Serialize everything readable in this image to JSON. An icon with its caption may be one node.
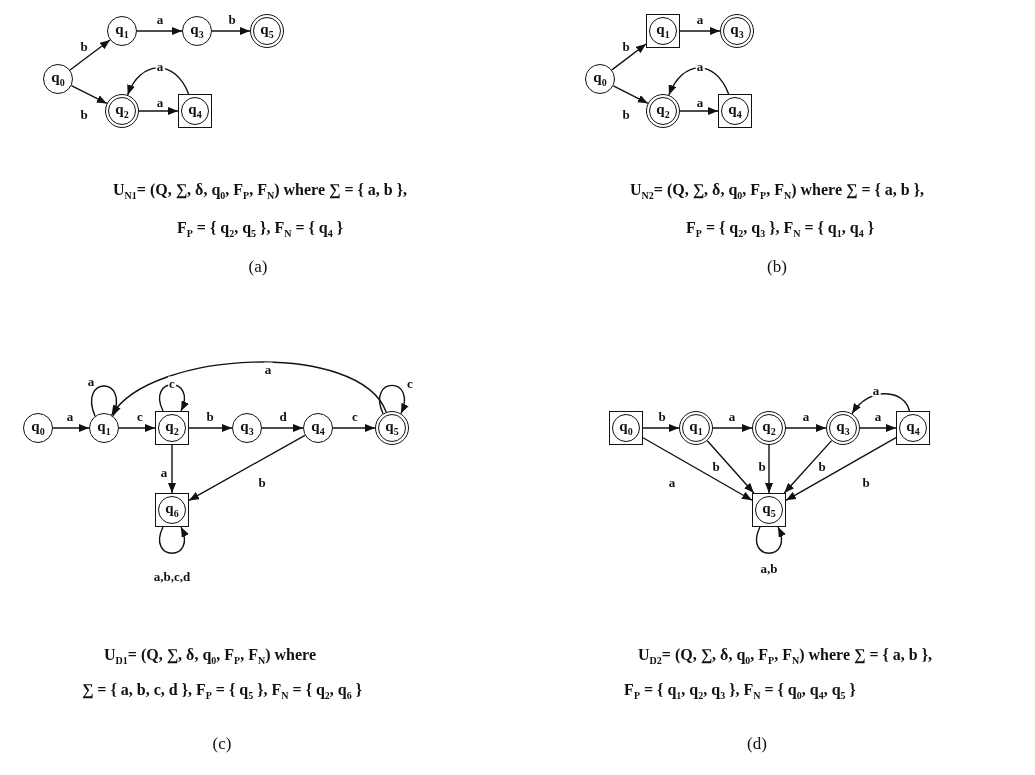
{
  "diagram": {
    "nodes": [
      {
        "text": [
          "q$_{0}$"
        ]
      },
      {
        "text": [
          "q$_{1}$"
        ]
      },
      {
        "text": [
          "q$_{2}$"
        ]
      },
      {
        "text": [
          "q$_{3}$"
        ]
      },
      {
        "text": [
          "q$_{4}$"
        ]
      },
      {
        "text": [
          "q$_{5}$"
        ]
      },
      {
        "text": [
          "q$_{0}$"
        ]
      },
      {
        "text": [
          "q$_{1}$"
        ]
      },
      {
        "text": [
          "q$_{2}$"
        ]
      },
      {
        "text": [
          "q$_{3}$"
        ]
      },
      {
        "text": [
          "q$_{4}$"
        ]
      },
      {
        "text": [
          "q$_{0}$"
        ]
      },
      {
        "text": [
          "q$_{1}$"
        ]
      },
      {
        "text": [
          "q$_{2}$"
        ]
      },
      {
        "text": [
          "q$_{3}$"
        ]
      },
      {
        "text": [
          "q$_{4}$"
        ]
      },
      {
        "text": [
          "q$_{5}$"
        ]
      },
      {
        "text": [
          "q$_{6}$"
        ]
      },
      {
        "text": [
          "q$_{0}$"
        ]
      },
      {
        "text": [
          "q$_{1}$"
        ]
      },
      {
        "text": [
          "q$_{2}$"
        ]
      },
      {
        "text": [
          "q$_{3}$"
        ]
      },
      {
        "text": [
          "q$_{4}$"
        ]
      },
      {
        "text": [
          "q$_{5}$"
        ]
      }
    ],
    "edges": [
      {
        "from": 0,
        "to": 1,
        "arrow": "to",
        "label": "b"
      },
      {
        "from": 0,
        "to": 2,
        "arrow": "to",
        "label": "b"
      },
      {
        "from": 1,
        "to": 3,
        "arrow": "to",
        "label": "a"
      },
      {
        "from": 3,
        "to": 5,
        "arrow": "to",
        "label": "b"
      },
      {
        "from": 2,
        "to": 4,
        "arrow": "to",
        "label": "a"
      },
      {
        "from": 4,
        "to": 2,
        "arrow": "to",
        "label": "a"
      },
      {
        "from": 6,
        "to": 7,
        "arrow": "to",
        "label": "b"
      },
      {
        "from": 6,
        "to": 8,
        "arrow": "to",
        "label": "b"
      },
      {
        "from": 7,
        "to": 9,
        "arrow": "to",
        "label": "a"
      },
      {
        "from": 8,
        "to": 10,
        "arrow": "to",
        "label": "a"
      },
      {
        "from": 10,
        "to": 8,
        "arrow": "to",
        "label": "a"
      },
      {
        "from": 11,
        "to": 12,
        "arrow": "to",
        "label": "a"
      },
      {
        "from": 12,
        "to": 12,
        "arrow": "to",
        "label": "a"
      },
      {
        "from": 12,
        "to": 13,
        "arrow": "to",
        "label": "c"
      },
      {
        "from": 13,
        "to": 13,
        "arrow": "to",
        "label": "c"
      },
      {
        "from": 13,
        "to": 14,
        "arrow": "to",
        "label": "b"
      },
      {
        "from": 14,
        "to": 15,
        "arrow": "to",
        "label": "d"
      },
      {
        "from": 15,
        "to": 16,
        "arrow": "to",
        "label": "c"
      },
      {
        "from": 16,
        "to": 16,
        "arrow": "to",
        "label": "c"
      },
      {
        "from": 16,
        "to": 12,
        "arrow": "to",
        "label": "a"
      },
      {
        "from": 13,
        "to": 17,
        "arrow": "to",
        "label": "a"
      },
      {
        "from": 15,
        "to": 17,
        "arrow": "to",
        "label": "b"
      },
      {
        "from": 17,
        "to": 17,
        "arrow": "to",
        "label": "a,b,c,d"
      },
      {
        "from": 18,
        "to": 19,
        "arrow": "to",
        "label": "b"
      },
      {
        "from": 19,
        "to": 20,
        "arrow": "to",
        "label": "a"
      },
      {
        "from": 20,
        "to": 21,
        "arrow": "to",
        "label": "a"
      },
      {
        "from": 21,
        "to": 22,
        "arrow": "to",
        "label": "a"
      },
      {
        "from": 22,
        "to": 21,
        "arrow": "to",
        "label": "a"
      },
      {
        "from": 18,
        "to": 23,
        "arrow": "to",
        "label": "a"
      },
      {
        "from": 19,
        "to": 23,
        "arrow": "to",
        "label": "b"
      },
      {
        "from": 20,
        "to": 23,
        "arrow": "to",
        "label": "b"
      },
      {
        "from": 21,
        "to": 23,
        "arrow": "to",
        "label": "b"
      },
      {
        "from": 22,
        "to": 23,
        "arrow": "to",
        "label": "b"
      },
      {
        "from": 23,
        "to": 23,
        "arrow": "to",
        "label": "a,b"
      }
    ],
    "labels": [
      "U$_{N1}$= (Q, ∑, δ, q$_{0}$, F$_{P}$, F$_{N}$) where ∑ = { a, b },",
      "U$_{N2}$= (Q, ∑, δ, q$_{0}$, F$_{P}$, F$_{N}$) where ∑ = { a, b },",
      "F$_{P}$ = { q$_{2}$, q$_{5}$ }, F$_{N}$ = { q$_{4}$ }",
      "F$_{P}$ = { q$_{2}$, q$_{3}$ }, F$_{N}$ = { q$_{1}$, q$_{4}$ }",
      "(a)",
      "(b)",
      "U$_{D1}$= (Q, ∑, δ, q$_{0}$, F$_{P}$, F$_{N}$) where",
      "U$_{D2}$= (Q, ∑, δ, q$_{0}$, F$_{P}$, F$_{N}$) where ∑ = { a, b },",
      "∑ = { a, b, c, d }, F$_{P}$ = { q$_{5}$ }, F$_{N}$ = { q$_{2}$, q$_{6}$ }",
      "F$_{P}$ = { q$_{1}$, q$_{2}$, q$_{3}$ }, F$_{N}$ = { q$_{0}$, q$_{4}$, q$_{5}$ }",
      "(c)",
      "(d)"
    ]
  }
}
